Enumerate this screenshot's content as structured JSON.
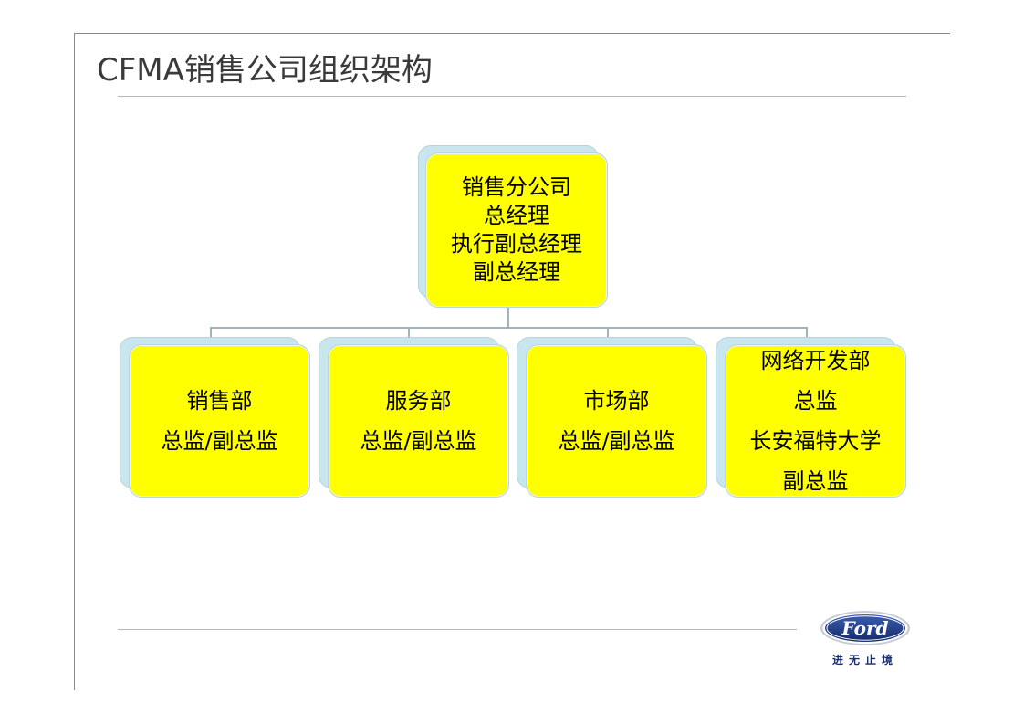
{
  "slide": {
    "title": "CFMA销售公司组织架构"
  },
  "org": {
    "top": {
      "lines": [
        "销售分公司",
        "总经理",
        "执行副总经理",
        "副总经理"
      ]
    },
    "departments": [
      {
        "lines": [
          "销售部",
          "总监/副总监"
        ]
      },
      {
        "lines": [
          "服务部",
          "总监/副总监"
        ]
      },
      {
        "lines": [
          "市场部",
          "总监/副总监"
        ]
      },
      {
        "lines": [
          "网络开发部",
          "总监",
          "长安福特大学",
          "副总监"
        ]
      }
    ]
  },
  "logo": {
    "brand": "Ford",
    "tagline": "进无止境"
  },
  "colors": {
    "box_fill": "#ffff00",
    "box_shadow": "#c9e6ef",
    "connector": "#9fb4bb",
    "logo_blue": "#1a2f6e"
  }
}
